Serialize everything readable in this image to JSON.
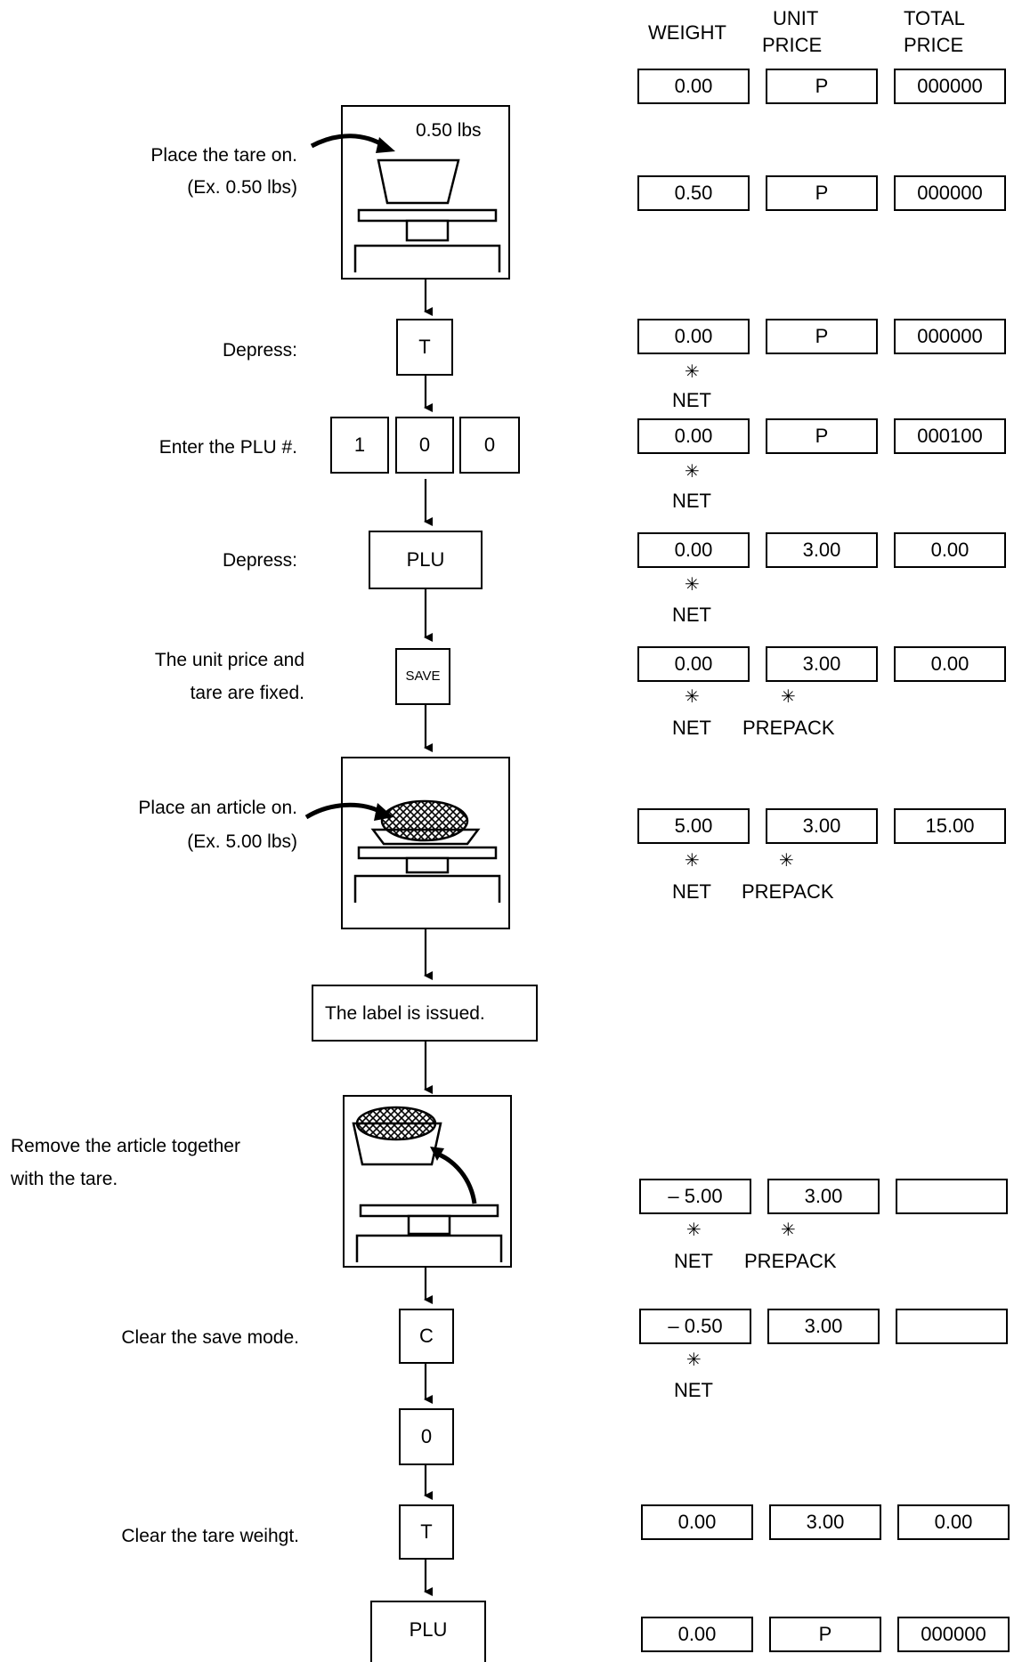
{
  "headers": {
    "weight": "WEIGHT",
    "unit_price_1": "UNIT",
    "unit_price_2": "PRICE",
    "total_price_1": "TOTAL",
    "total_price_2": "PRICE"
  },
  "steps": {
    "place_tare_1": "Place the tare on.",
    "place_tare_2": "(Ex. 0.50 lbs)",
    "depress_1": "Depress:",
    "enter_plu": "Enter the PLU #.",
    "depress_2": "Depress:",
    "fixed_1": "The unit price and",
    "fixed_2": "tare are fixed.",
    "place_article_1": "Place an article on.",
    "place_article_2": "(Ex. 5.00 lbs)",
    "label_issued": "The label is issued.",
    "remove_1": "Remove the article together",
    "remove_2": "with the tare.",
    "clear_save": "Clear the save mode.",
    "clear_tare": "Clear the tare weihgt."
  },
  "scale_labels": {
    "tare_weight": "0.50 lbs"
  },
  "keys": {
    "t1": "T",
    "d1": "1",
    "d0a": "0",
    "d0b": "0",
    "plu1": "PLU",
    "save": "SAVE",
    "c": "C",
    "zero": "0",
    "t2": "T",
    "plu2": "PLU"
  },
  "displays": [
    {
      "weight": "0.00",
      "unit": "P",
      "total": "000000"
    },
    {
      "weight": "0.50",
      "unit": "P",
      "total": "000000"
    },
    {
      "weight": "0.00",
      "unit": "P",
      "total": "000000"
    },
    {
      "weight": "0.00",
      "unit": "P",
      "total": "000100"
    },
    {
      "weight": "0.00",
      "unit": "3.00",
      "total": "0.00"
    },
    {
      "weight": "0.00",
      "unit": "3.00",
      "total": "0.00"
    },
    {
      "weight": "5.00",
      "unit": "3.00",
      "total": "15.00"
    },
    {
      "weight": "– 5.00",
      "unit": "3.00",
      "total": ""
    },
    {
      "weight": "– 0.50",
      "unit": "3.00",
      "total": ""
    },
    {
      "weight": "0.00",
      "unit": "3.00",
      "total": "0.00"
    },
    {
      "weight": "0.00",
      "unit": "P",
      "total": "000000"
    }
  ],
  "indicators": {
    "net": "NET",
    "prepack": "PREPACK",
    "star": "✳"
  }
}
